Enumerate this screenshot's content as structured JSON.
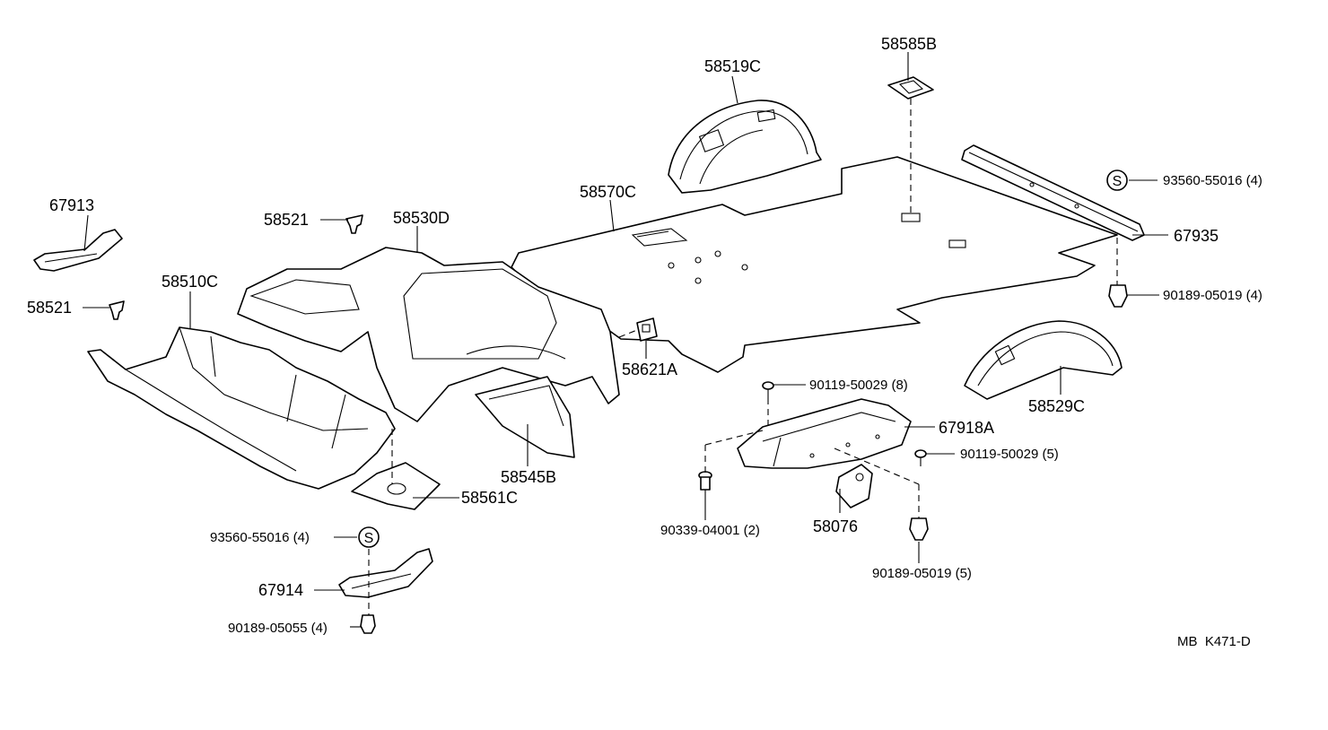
{
  "labels": {
    "p58585B": "58585B",
    "p58519C": "58519C",
    "p58570C": "58570C",
    "p67913": "67913",
    "p58521a": "58521",
    "p58530D": "58530D",
    "p58521b": "58521",
    "p58510C": "58510C",
    "p58621A": "58621A",
    "p58545B": "58545B",
    "p58561C": "58561C",
    "p93560a": "93560-55016 (4)",
    "p67935": "67935",
    "p90189a": "90189-05019 (4)",
    "p58529C": "58529C",
    "p90119a": "90119-50029 (8)",
    "p67918A": "67918A",
    "p90119b": "90119-50029 (5)",
    "p90339": "90339-04001 (2)",
    "p58076": "58076",
    "p90189b": "90189-05019 (5)",
    "p93560b": "93560-55016 (4)",
    "p67914": "67914",
    "p90189c": "90189-05055 (4)",
    "code": "MB  K471-D"
  },
  "symbols": {
    "s_mark": "S"
  }
}
